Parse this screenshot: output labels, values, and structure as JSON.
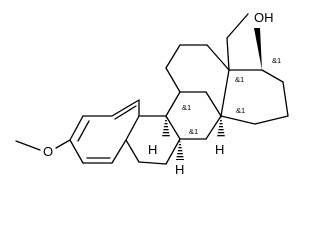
{
  "atoms": {
    "oh": "OH",
    "o_methoxy": "O",
    "h_c8": "H",
    "h_c9": "H",
    "h_c14": "H"
  },
  "stereo_labels": {
    "c17": "&1",
    "c13": "&1",
    "c14": "&1",
    "c9": "&1",
    "c8": "&1"
  },
  "colors": {
    "ink": "#000000",
    "background": "#ffffff"
  }
}
